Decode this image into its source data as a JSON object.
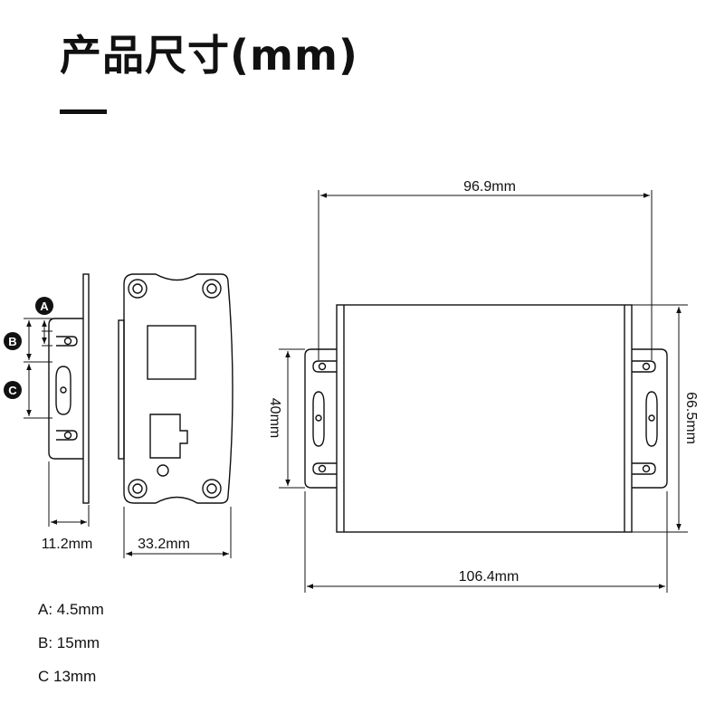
{
  "title": "产品尺寸(mm)",
  "dimensions": {
    "overall_width": "96.9mm",
    "with_flange_width": "106.4mm",
    "height": "66.5mm",
    "hole_spacing": "40mm",
    "side_thickness": "11.2mm",
    "end_depth": "33.2mm"
  },
  "markers": {
    "a": "A",
    "b": "B",
    "c": "C"
  },
  "notes": {
    "a": "A: 4.5mm",
    "b": "B: 15mm",
    "c": "C 13mm"
  }
}
